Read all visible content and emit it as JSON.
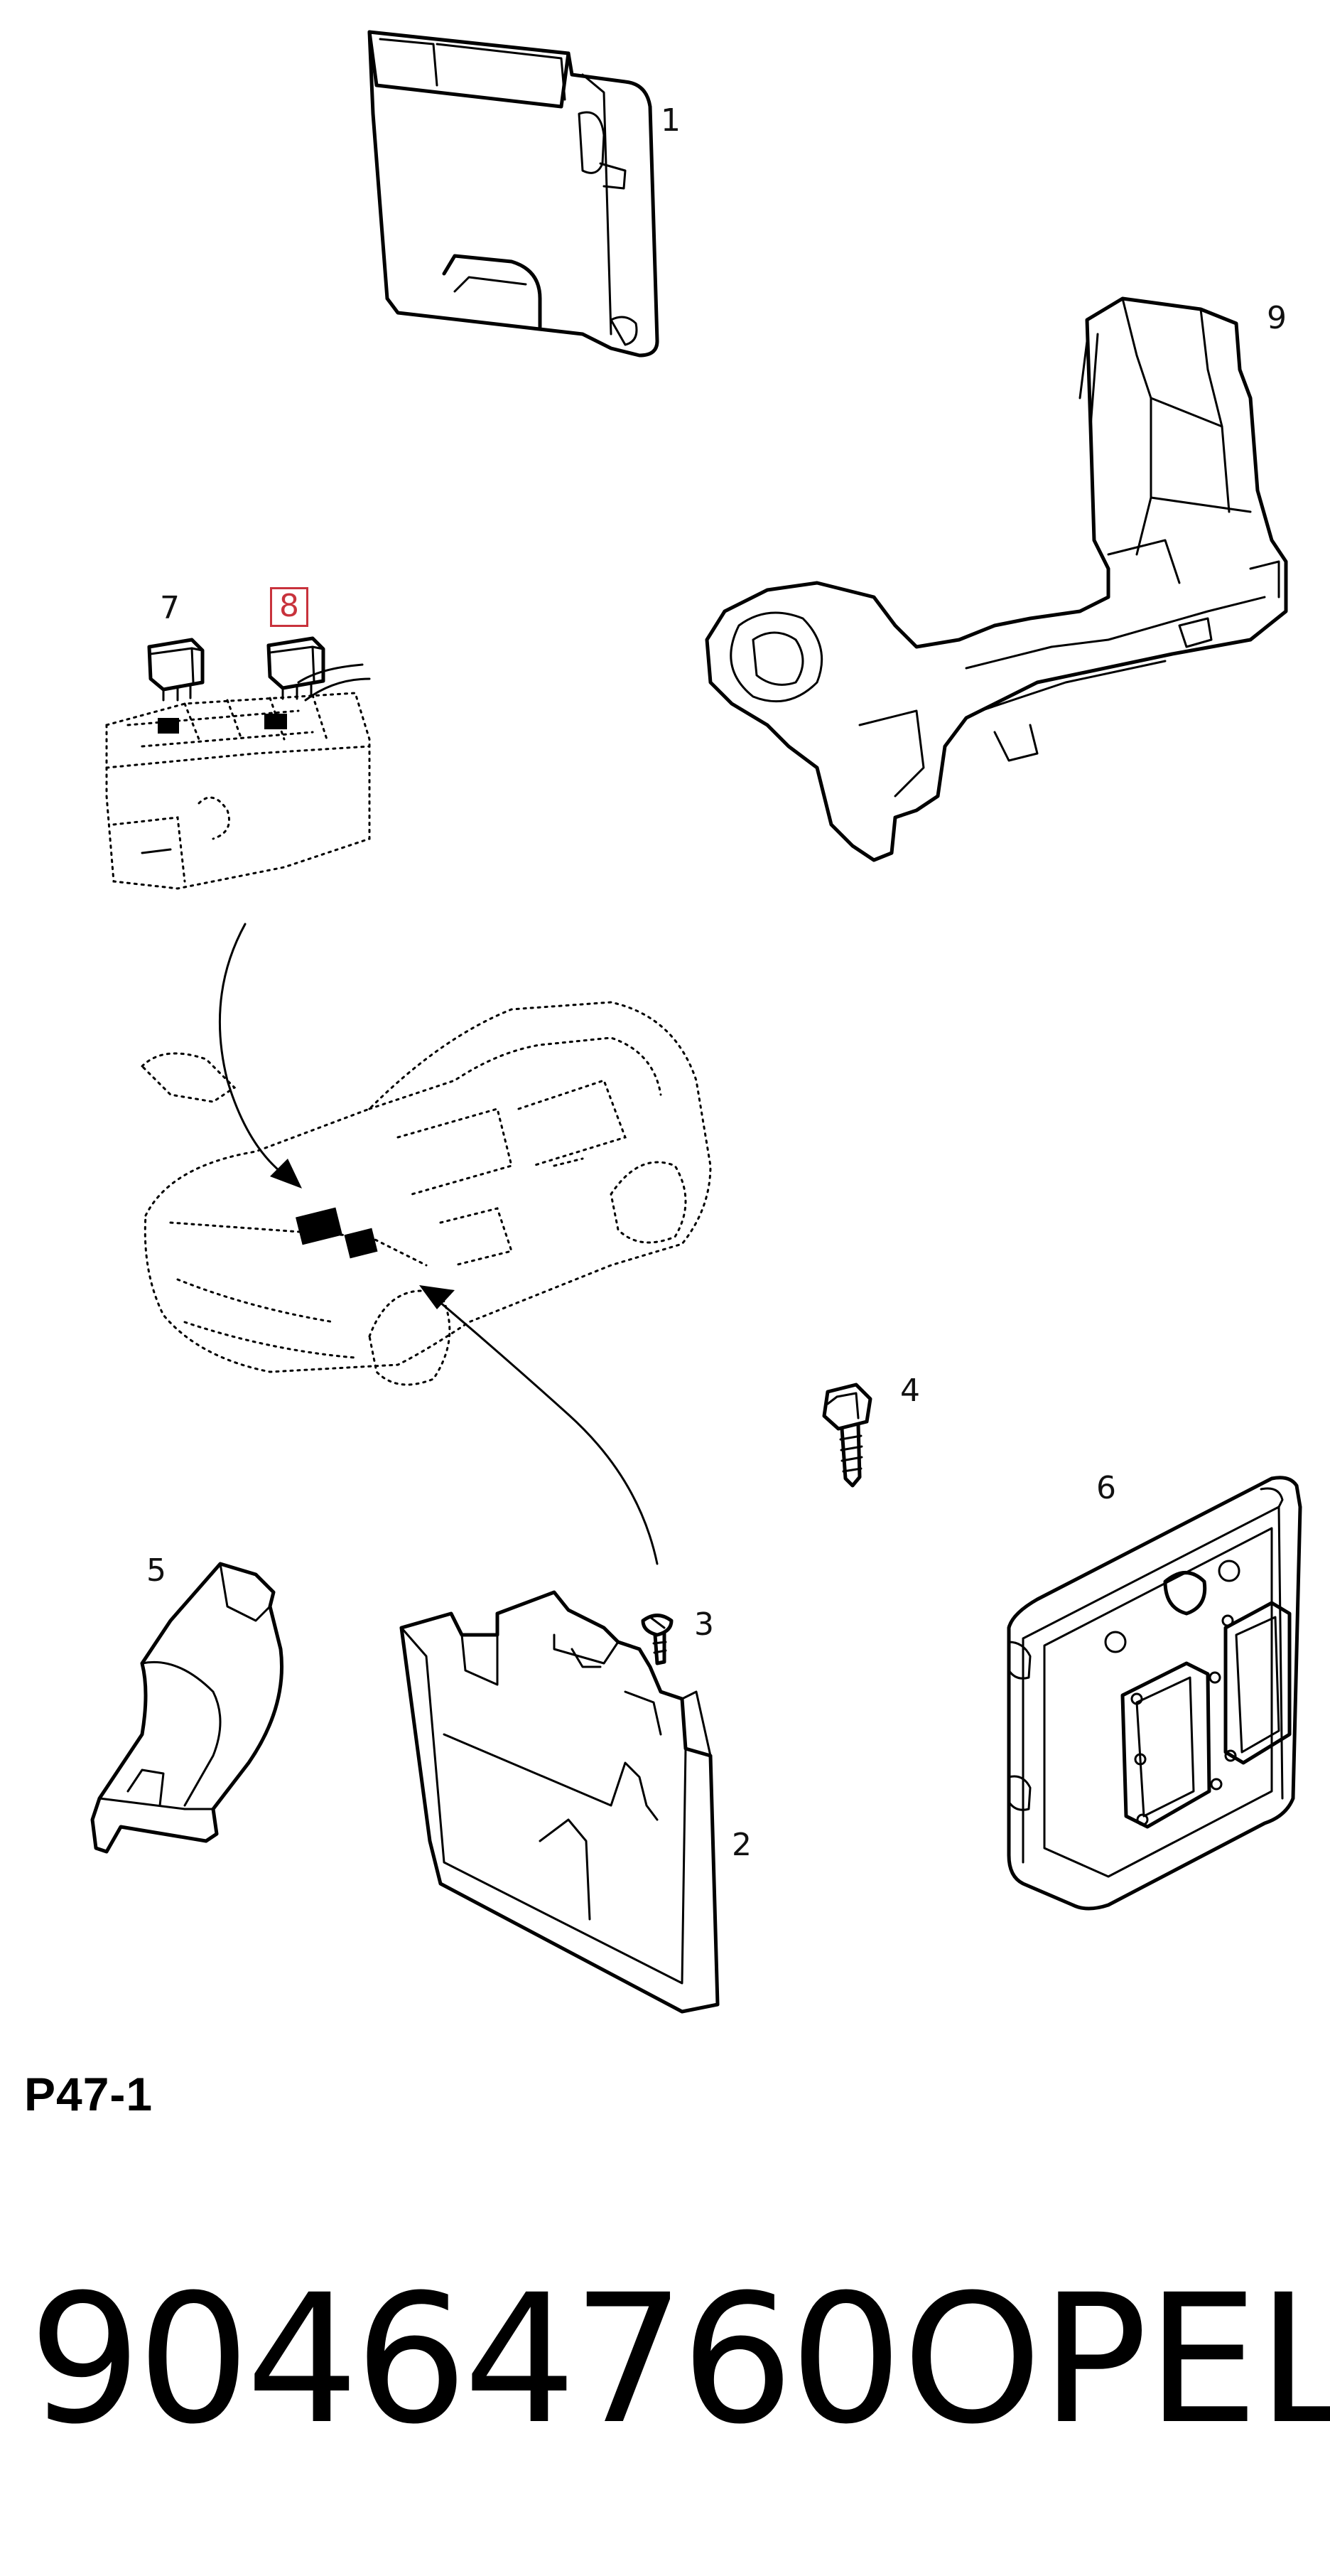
{
  "callouts": {
    "c1": "1",
    "c2": "2",
    "c3": "3",
    "c4": "4",
    "c5": "5",
    "c6": "6",
    "c7": "7",
    "c8": "8",
    "c9": "9"
  },
  "highlighted_callout": "8",
  "diagram_code": "P47-1",
  "part_number": "90464760",
  "brand": "OPEL",
  "colors": {
    "highlight": "#c8323c",
    "line": "#000000"
  }
}
